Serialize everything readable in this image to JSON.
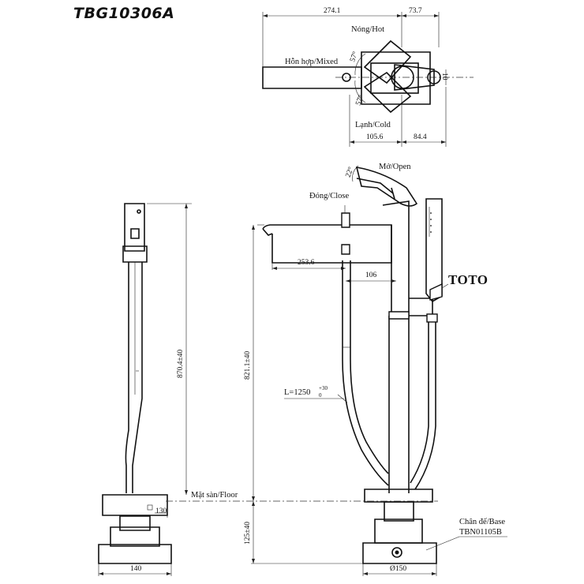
{
  "title": "TBG10306A",
  "top_view": {
    "dim_274": "274.1",
    "dim_73": "73.7",
    "hot": "Nóng/Hot",
    "mixed": "Hỗn hợp/Mixed",
    "cold": "Lạnh/Cold",
    "angle_top": "57°",
    "angle_bottom": "57°",
    "dim_10": "10",
    "dim_105": "105.6",
    "dim_84": "84.4"
  },
  "side_view": {
    "dim_height": "870.4±40"
  },
  "front_view": {
    "open": "Mở/Open",
    "close": "Đóng/Close",
    "angle_open": "22°",
    "dim_253": "253.6",
    "dim_106": "106",
    "dim_821": "821.1±40",
    "hose_prefix": "L=1250",
    "hose_tol_upper": "+30",
    "hose_tol_lower": "0",
    "brand": "TOTO",
    "floor": "Mặt sàn/Floor",
    "dim_130": "130",
    "dim_125": "125±40",
    "dim_140": "140",
    "dim_150": "Ø150",
    "base_label": "Chân đế/Base",
    "base_model": "TBN01105B"
  }
}
